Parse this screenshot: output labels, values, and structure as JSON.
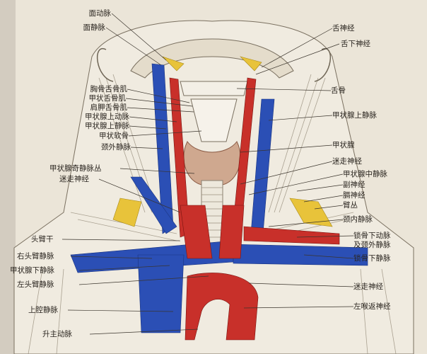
{
  "labels": {
    "left": [
      "面动脉",
      "面静脉",
      "胸骨舌骨肌",
      "甲状舌骨肌",
      "肩胛舌骨肌",
      "甲状腺上动脉",
      "甲状腺上静脉",
      "甲状软骨",
      "颈外静脉",
      "甲状腺奇静脉丛",
      "迷走神经",
      "头臂干",
      "右头臂静脉",
      "甲状腺下静脉",
      "左头臂静脉",
      "上腔静脉",
      "升主动脉"
    ],
    "right": [
      "舌神经",
      "舌下神经",
      "舌骨",
      "甲状腺上静脉",
      "甲状腺",
      "迷走神经",
      "甲状腺中静脉",
      "副神经",
      "膈神经",
      "臂丛",
      "颈内静脉",
      "锁骨下动脉",
      "及颈外静脉",
      "锁骨下静脉",
      "迷走神经",
      "左喉返神经"
    ]
  },
  "colors": {
    "artery": "#c8302a",
    "vein": "#2b4fb5",
    "nerve": "#e8c33a",
    "tissue": "#efe9dc",
    "muscle": "#d9cfbb"
  }
}
